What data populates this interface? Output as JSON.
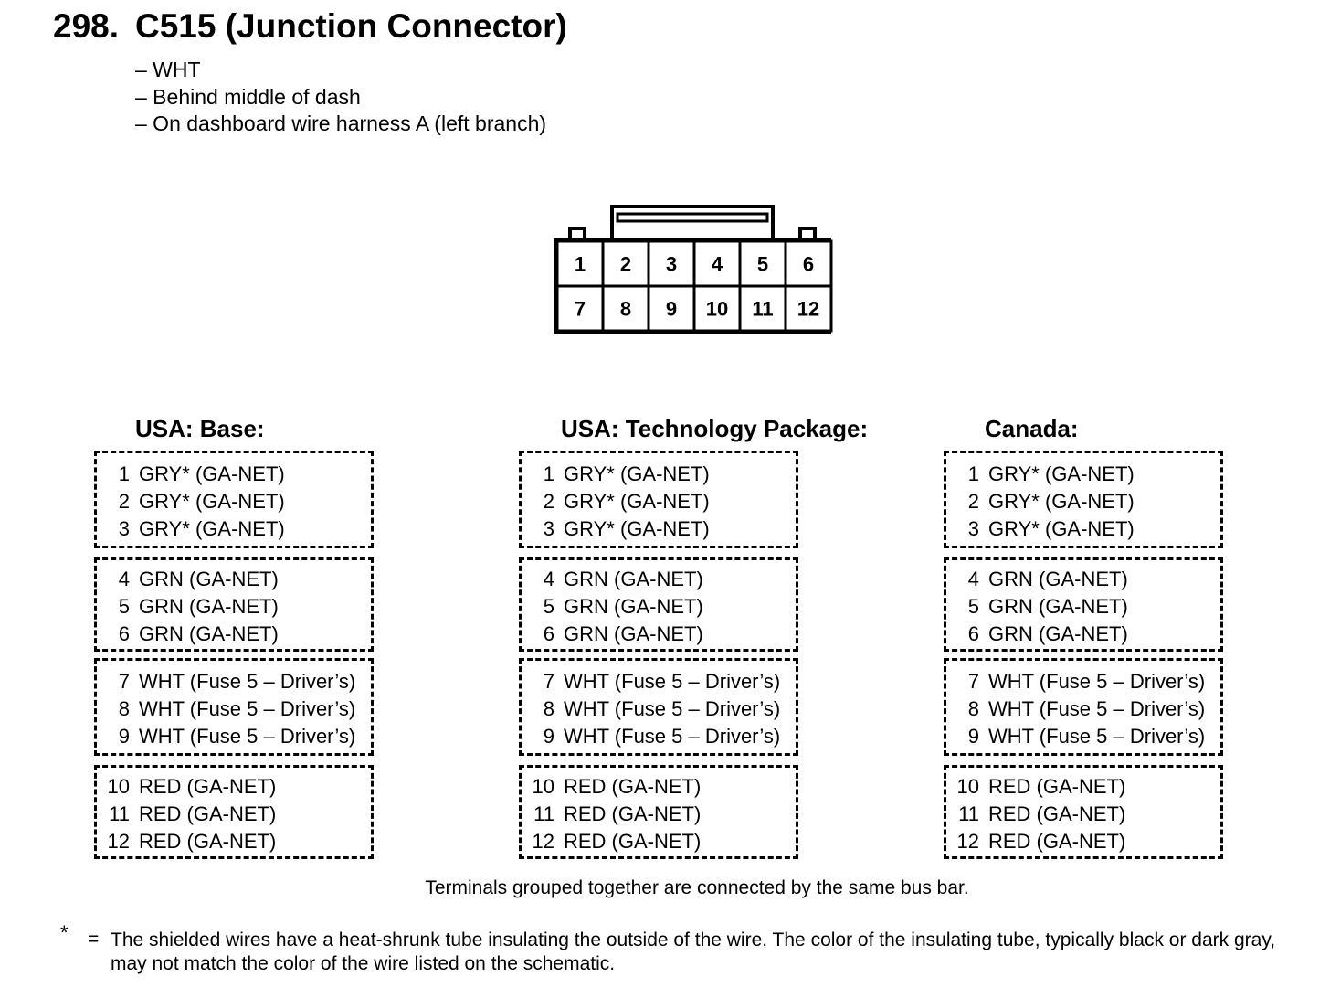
{
  "heading": {
    "number": "298.",
    "title": "C515 (Junction Connector)"
  },
  "details": [
    "– WHT",
    "– Behind middle of dash",
    "– On dashboard wire harness A (left branch)"
  ],
  "connector": {
    "top_row": [
      "1",
      "2",
      "3",
      "4",
      "5",
      "6"
    ],
    "bottom_row": [
      "7",
      "8",
      "9",
      "10",
      "11",
      "12"
    ]
  },
  "groups": [
    {
      "title": "USA: Base:",
      "boxes": [
        [
          {
            "num": "1",
            "wire": "GRY* (GA-NET)"
          },
          {
            "num": "2",
            "wire": "GRY* (GA-NET)"
          },
          {
            "num": "3",
            "wire": "GRY* (GA-NET)"
          }
        ],
        [
          {
            "num": "4",
            "wire": "GRN (GA-NET)"
          },
          {
            "num": "5",
            "wire": "GRN (GA-NET)"
          },
          {
            "num": "6",
            "wire": "GRN (GA-NET)"
          }
        ],
        [
          {
            "num": "7",
            "wire": "WHT (Fuse 5 – Driver’s)"
          },
          {
            "num": "8",
            "wire": "WHT (Fuse 5 – Driver’s)"
          },
          {
            "num": "9",
            "wire": "WHT (Fuse 5 – Driver’s)"
          }
        ],
        [
          {
            "num": "10",
            "wire": "RED (GA-NET)"
          },
          {
            "num": "11",
            "wire": "RED (GA-NET)"
          },
          {
            "num": "12",
            "wire": "RED (GA-NET)"
          }
        ]
      ]
    },
    {
      "title": "USA: Technology Package:",
      "boxes": [
        [
          {
            "num": "1",
            "wire": "GRY* (GA-NET)"
          },
          {
            "num": "2",
            "wire": "GRY* (GA-NET)"
          },
          {
            "num": "3",
            "wire": "GRY* (GA-NET)"
          }
        ],
        [
          {
            "num": "4",
            "wire": "GRN (GA-NET)"
          },
          {
            "num": "5",
            "wire": "GRN (GA-NET)"
          },
          {
            "num": "6",
            "wire": "GRN (GA-NET)"
          }
        ],
        [
          {
            "num": "7",
            "wire": "WHT (Fuse 5 – Driver’s)"
          },
          {
            "num": "8",
            "wire": "WHT (Fuse 5 – Driver’s)"
          },
          {
            "num": "9",
            "wire": "WHT (Fuse 5 – Driver’s)"
          }
        ],
        [
          {
            "num": "10",
            "wire": "RED (GA-NET)"
          },
          {
            "num": "11",
            "wire": "RED (GA-NET)"
          },
          {
            "num": "12",
            "wire": "RED (GA-NET)"
          }
        ]
      ]
    },
    {
      "title": "Canada:",
      "boxes": [
        [
          {
            "num": "1",
            "wire": "GRY* (GA-NET)"
          },
          {
            "num": "2",
            "wire": "GRY* (GA-NET)"
          },
          {
            "num": "3",
            "wire": "GRY* (GA-NET)"
          }
        ],
        [
          {
            "num": "4",
            "wire": "GRN (GA-NET)"
          },
          {
            "num": "5",
            "wire": "GRN (GA-NET)"
          },
          {
            "num": "6",
            "wire": "GRN (GA-NET)"
          }
        ],
        [
          {
            "num": "7",
            "wire": "WHT (Fuse 5 – Driver’s)"
          },
          {
            "num": "8",
            "wire": "WHT (Fuse 5 – Driver’s)"
          },
          {
            "num": "9",
            "wire": "WHT (Fuse 5 – Driver’s)"
          }
        ],
        [
          {
            "num": "10",
            "wire": "RED (GA-NET)"
          },
          {
            "num": "11",
            "wire": "RED (GA-NET)"
          },
          {
            "num": "12",
            "wire": "RED (GA-NET)"
          }
        ]
      ]
    }
  ],
  "caption": "Terminals grouped together are connected by the same bus bar.",
  "footnote": {
    "symbol": "*",
    "equals": "=",
    "text": "The shielded wires have a heat-shrunk tube insulating the outside of the wire.  The color of the insulating tube, typically black or dark gray, may not match the color of the wire listed on the schematic."
  }
}
